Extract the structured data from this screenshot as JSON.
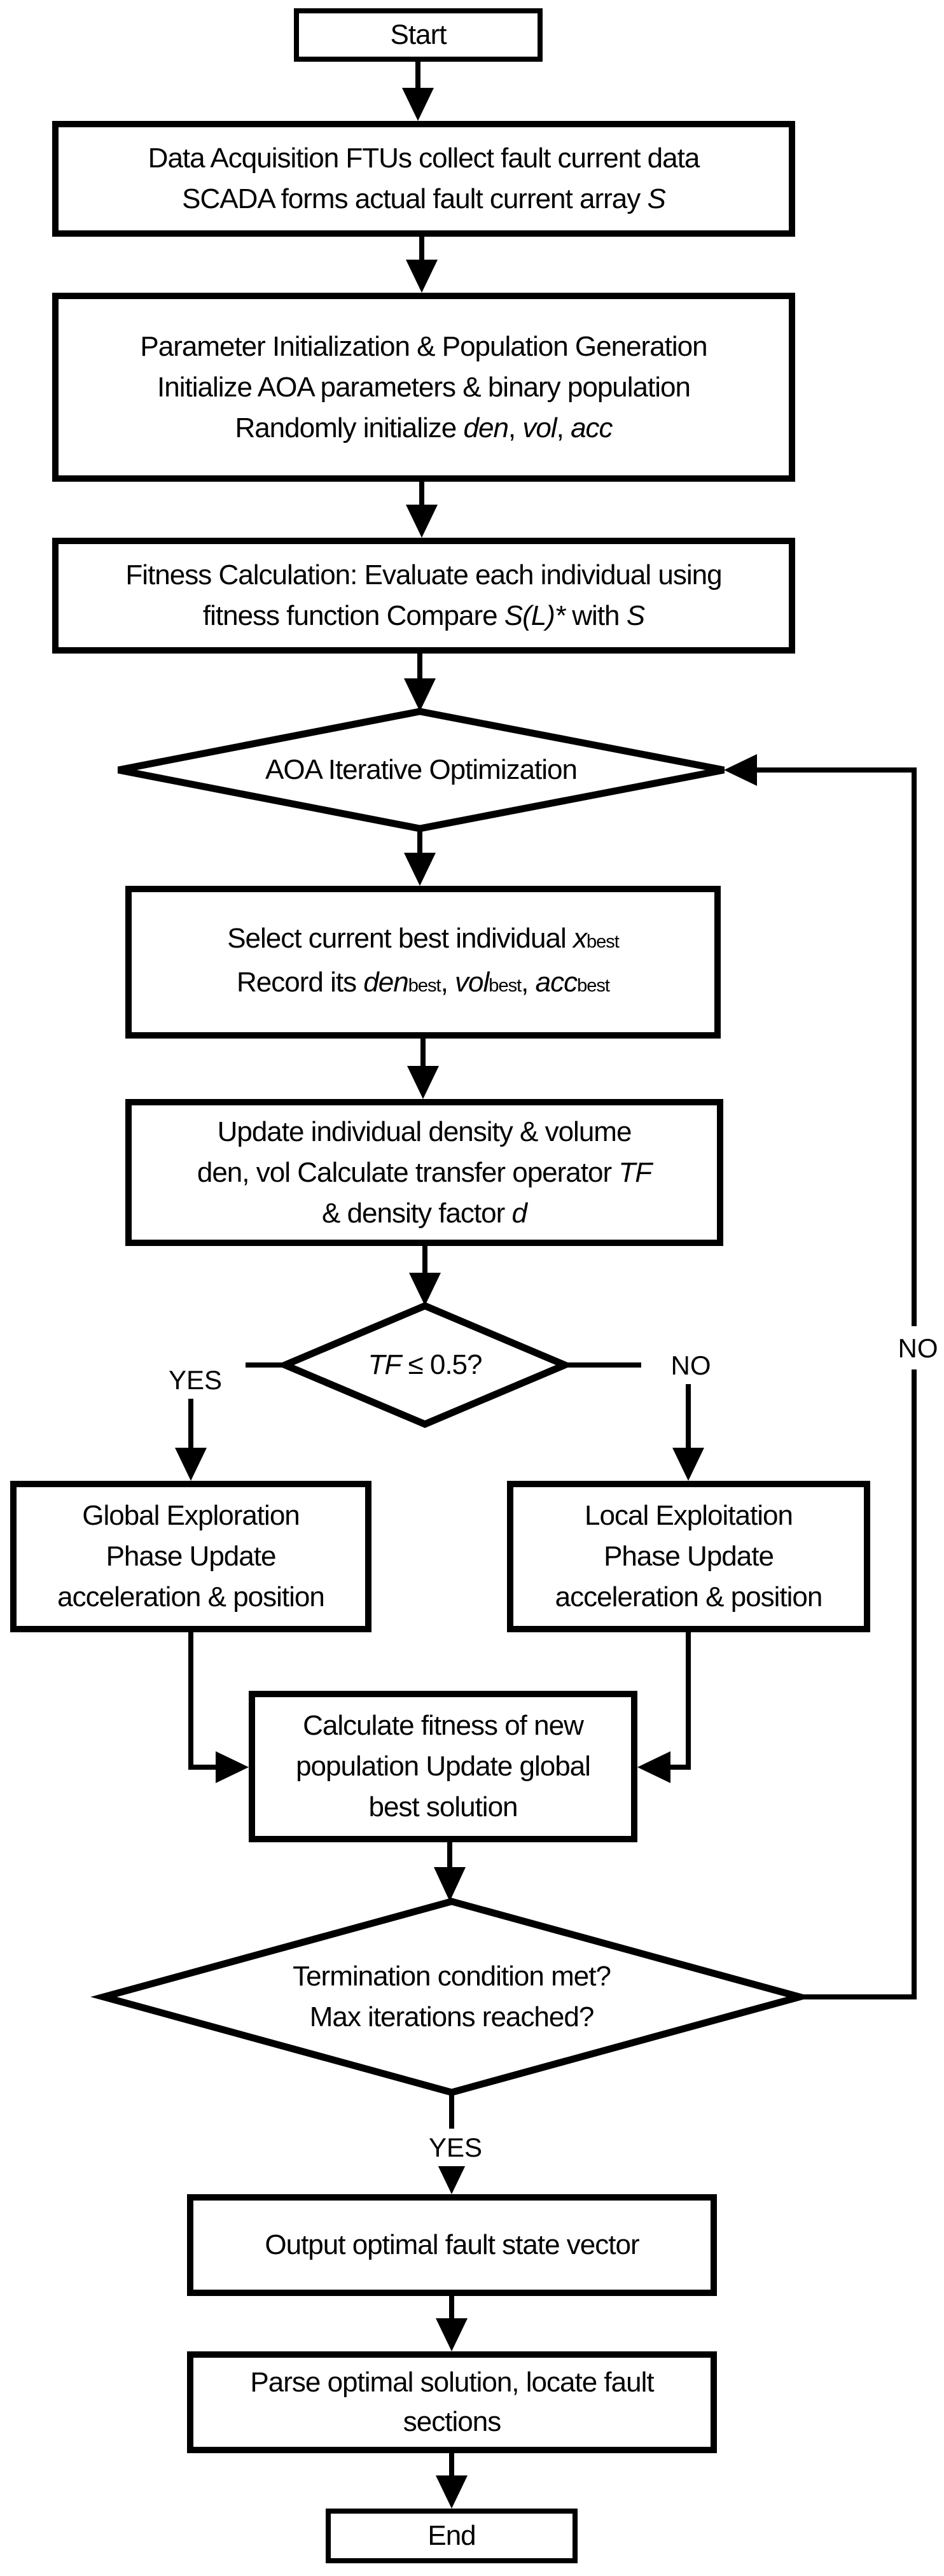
{
  "nodes": {
    "start": {
      "label": "Start"
    },
    "data_acquisition": {
      "line1": "Data Acquisition FTUs collect fault current data",
      "line2_pre": "SCADA forms actual fault current array ",
      "line2_var": "S"
    },
    "param_init": {
      "line1": "Parameter Initialization & Population Generation",
      "line2": "Initialize AOA parameters & binary population",
      "line3_pre": "Randomly initialize ",
      "line3_var1": "den",
      "line3_sep1": ", ",
      "line3_var2": "vol",
      "line3_sep2": ", ",
      "line3_var3": "acc"
    },
    "fitness_calc": {
      "line1": "Fitness Calculation: Evaluate each individual using",
      "line2_pre": "fitness function Compare ",
      "line2_var1": "S(L)*",
      "line2_mid": " with ",
      "line2_var2": "S"
    },
    "aoa_loop": {
      "label": "AOA Iterative Optimization"
    },
    "select_best": {
      "line1_pre": "Select current best individual ",
      "line1_var": "x",
      "line1_sub": "best",
      "line2_pre": "Record its ",
      "line2_var1": "den",
      "line2_sub1": "best",
      "line2_sep1": ", ",
      "line2_var2": "vol",
      "line2_sub2": "best",
      "line2_sep2": ", ",
      "line2_var3": "acc",
      "line2_sub3": "best"
    },
    "update_density": {
      "line1": "Update individual density & volume",
      "line2_pre": "den, vol Calculate transfer operator ",
      "line2_var": "TF",
      "line3_pre": "& density factor ",
      "line3_var": "d"
    },
    "tf_check": {
      "var": "TF",
      "rest": " ≤ 0.5?"
    },
    "global_phase": {
      "line1": "Global Exploration",
      "line2": "Phase Update",
      "line3": "acceleration & position"
    },
    "local_phase": {
      "line1": "Local Exploitation",
      "line2": "Phase Update",
      "line3": "acceleration & position"
    },
    "calc_fitness": {
      "line1": "Calculate fitness of new",
      "line2": "population Update global",
      "line3": "best solution"
    },
    "termination": {
      "line1": "Termination condition met?",
      "line2": "Max iterations reached?"
    },
    "output_vector": {
      "label": "Output optimal fault state vector"
    },
    "parse_solution": {
      "line1": "Parse optimal solution, locate fault",
      "line2": "sections"
    },
    "end": {
      "label": "End"
    }
  },
  "edges": {
    "tf_yes": "YES",
    "tf_no": "NO",
    "termination_yes": "YES",
    "termination_no": "NO"
  },
  "colors": {
    "stroke": "#000000",
    "background": "#ffffff",
    "text": "#000000"
  }
}
